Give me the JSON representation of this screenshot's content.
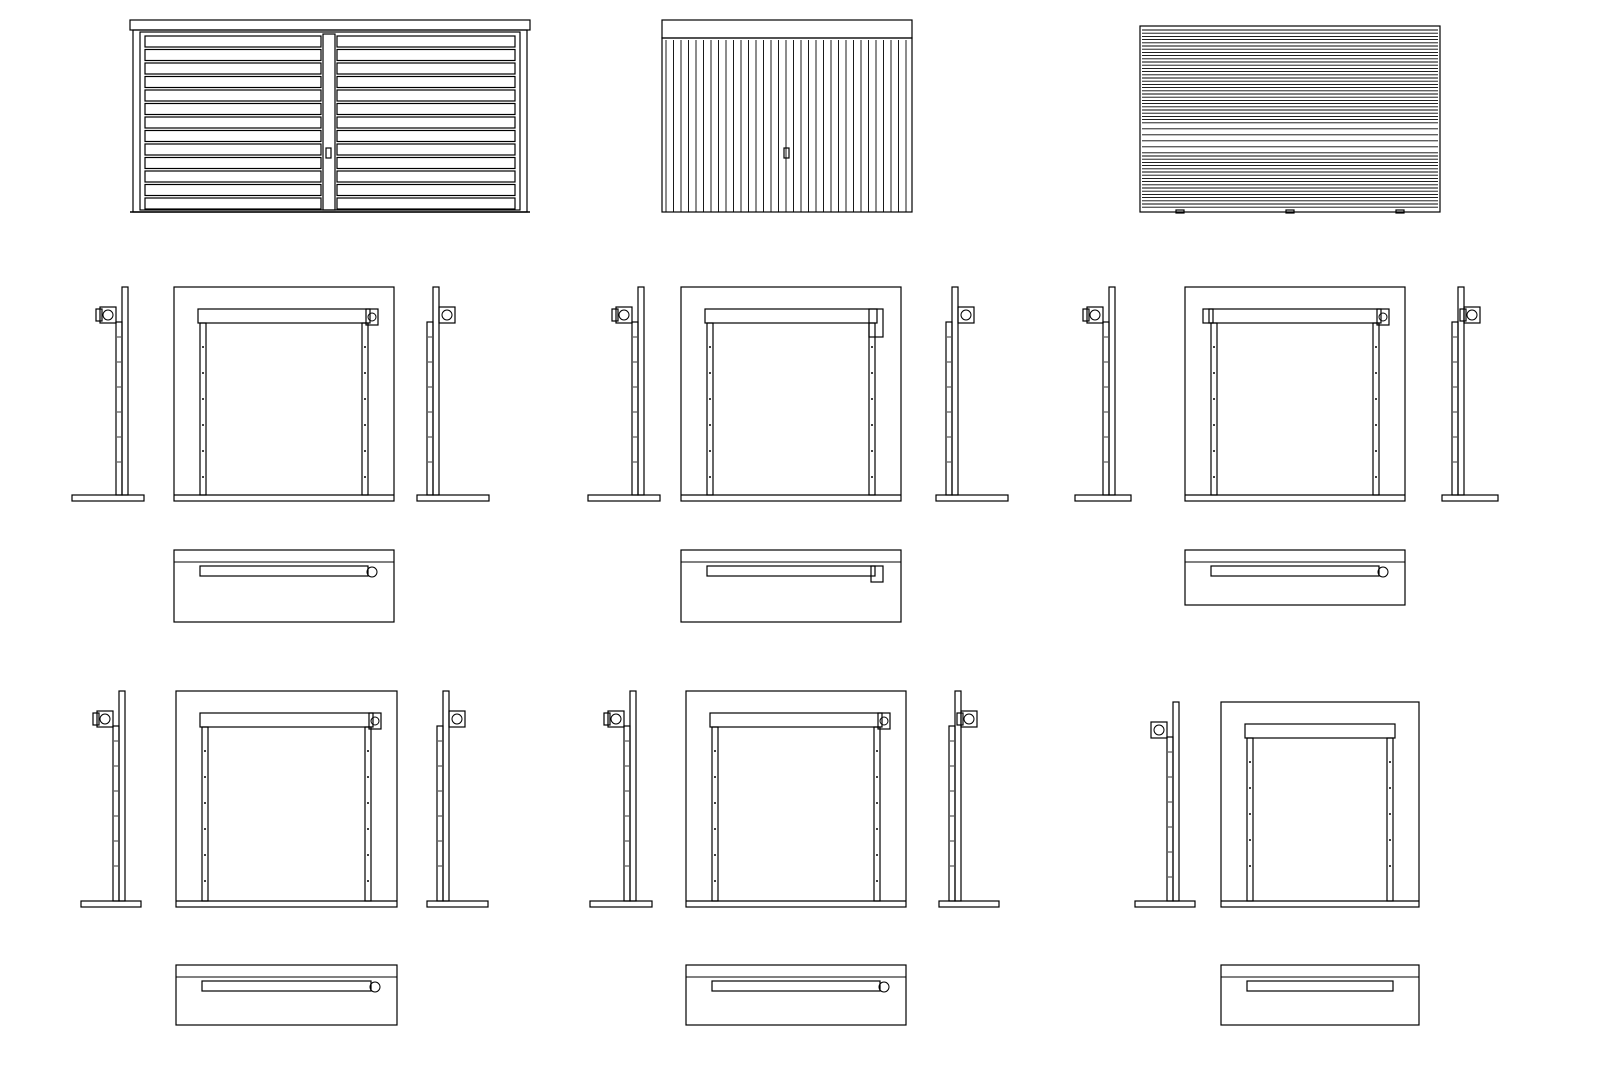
{
  "drawing": {
    "stroke_color": "#000000",
    "background_color": "#ffffff",
    "text_labels": []
  },
  "elevations": [
    {
      "name": "sectional-door-elevation",
      "panel_style": "horizontal-panels-two-leaf"
    },
    {
      "name": "vertical-slat-door-elevation",
      "panel_style": "vertical-slats"
    },
    {
      "name": "roller-shutter-elevation",
      "panel_style": "horizontal-slats"
    }
  ],
  "detail_sets": [
    {
      "name": "detail-set-1",
      "motor": "right"
    },
    {
      "name": "detail-set-2",
      "motor": "box"
    },
    {
      "name": "detail-set-3",
      "motor": "both"
    },
    {
      "name": "detail-set-4",
      "motor": "right"
    },
    {
      "name": "detail-set-5",
      "motor": "plate"
    },
    {
      "name": "detail-set-6",
      "motor": "none"
    }
  ]
}
